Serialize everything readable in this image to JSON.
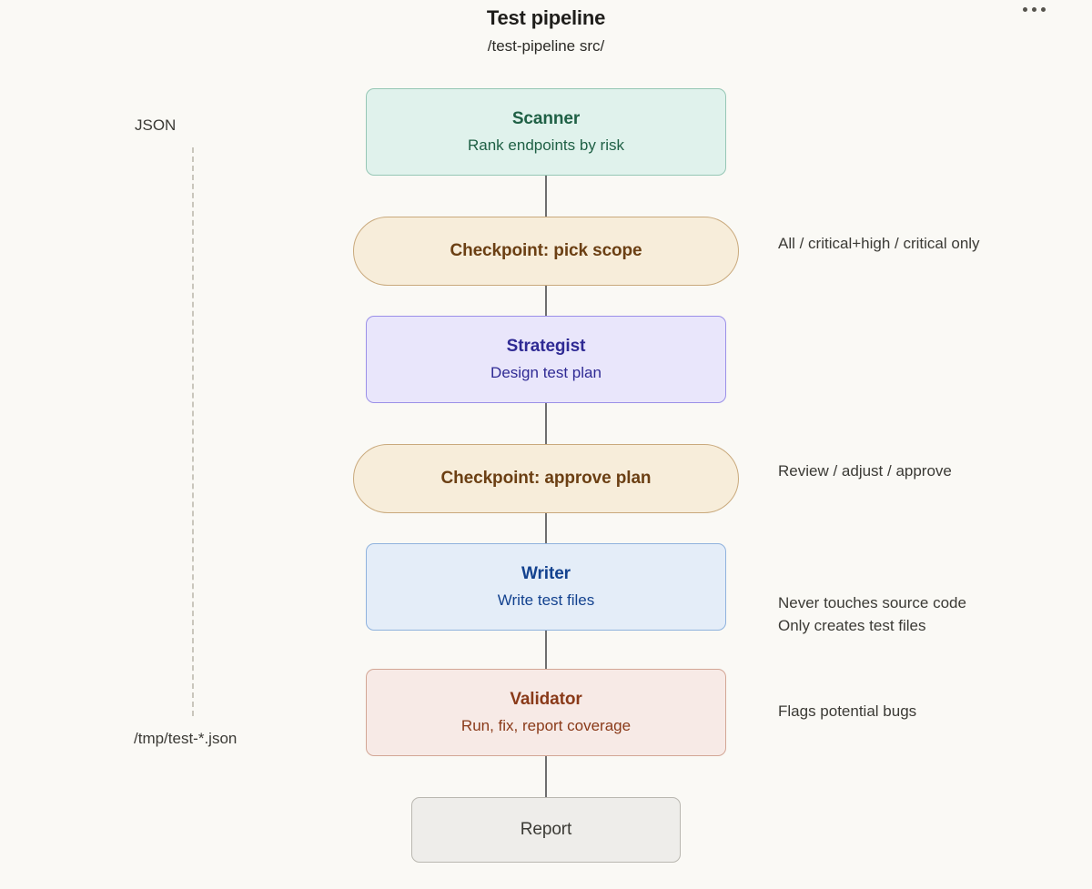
{
  "menu": {
    "icon": "kebab-menu-icon",
    "label": "More options"
  },
  "header": {
    "title": "Test pipeline",
    "subtitle": "/test-pipeline src/"
  },
  "side_flow": {
    "format_label": "JSON",
    "file_label": "/tmp/test-*.json"
  },
  "colors": {
    "background": "#faf9f5",
    "connector": "#6e6e6e",
    "dashed_line": "#c9c6bc",
    "green_fill": "#e0f2ec",
    "green_border": "#96c7b5",
    "green_text": "#1f6045",
    "cream_fill": "#f7edda",
    "cream_border": "#c9a97c",
    "cream_text": "#6b3f13",
    "indigo_fill": "#e9e6fb",
    "indigo_border": "#9b90e8",
    "indigo_text": "#2f2a94",
    "blue_fill": "#e4edf8",
    "blue_border": "#8fb2dd",
    "blue_text": "#13428f",
    "rose_fill": "#f7eae6",
    "rose_border": "#d3a695",
    "rose_text": "#8a3a19",
    "gray_fill": "#eeedea",
    "gray_border": "#b9b7b0",
    "gray_text": "#3b3a35"
  },
  "nodes": [
    {
      "id": "scanner",
      "kind": "agent",
      "title": "Scanner",
      "desc": "Rank endpoints by risk",
      "note": ""
    },
    {
      "id": "checkpoint1",
      "kind": "checkpoint",
      "title": "Checkpoint: pick scope",
      "desc": "",
      "note": "All / critical+high / critical only"
    },
    {
      "id": "strategist",
      "kind": "agent",
      "title": "Strategist",
      "desc": "Design test plan",
      "note": ""
    },
    {
      "id": "checkpoint2",
      "kind": "checkpoint",
      "title": "Checkpoint: approve plan",
      "desc": "",
      "note": "Review / adjust / approve"
    },
    {
      "id": "writer",
      "kind": "agent",
      "title": "Writer",
      "desc": "Write test files",
      "note": "Never touches source code\nOnly creates test files"
    },
    {
      "id": "validator",
      "kind": "agent",
      "title": "Validator",
      "desc": "Run, fix, report coverage",
      "note": "Flags potential bugs"
    },
    {
      "id": "report",
      "kind": "terminal",
      "title": "Report",
      "desc": "",
      "note": ""
    }
  ]
}
